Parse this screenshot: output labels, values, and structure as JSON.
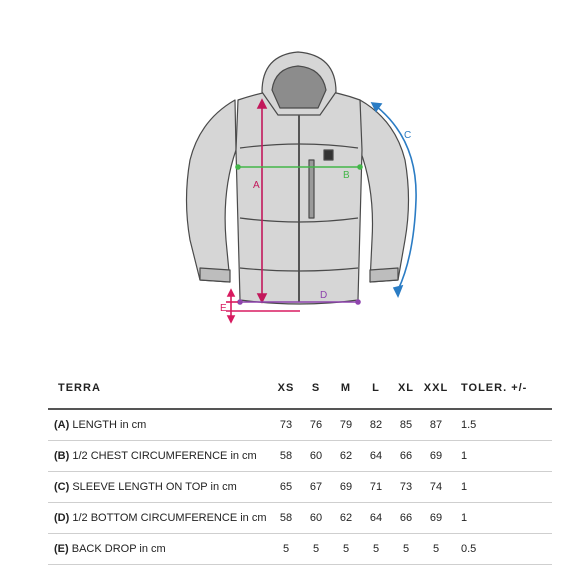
{
  "figure": {
    "letters": {
      "a": "A",
      "b": "B",
      "c": "C",
      "d": "D",
      "e": "E"
    },
    "colors": {
      "jacket_fill": "#d6d6d6",
      "jacket_stroke": "#4a4a4a",
      "hood_inner": "#8c8c8c",
      "a_line": "#c2185b",
      "b_line": "#43b649",
      "c_line": "#2b7cc4",
      "d_line": "#8e44ad",
      "e_line": "#d81b60"
    }
  },
  "table": {
    "header": {
      "model": "TERRA",
      "sizes": [
        "XS",
        "S",
        "M",
        "L",
        "XL",
        "XXL"
      ],
      "tolerance": "TOLER. +/-"
    },
    "rows": [
      {
        "code": "(A)",
        "label": "LENGTH in cm",
        "values": [
          "73",
          "76",
          "79",
          "82",
          "85",
          "87"
        ],
        "tolerance": "1.5"
      },
      {
        "code": "(B)",
        "label": "1/2 CHEST CIRCUMFERENCE in cm",
        "values": [
          "58",
          "60",
          "62",
          "64",
          "66",
          "69"
        ],
        "tolerance": "1"
      },
      {
        "code": "(C)",
        "label": "SLEEVE LENGTH ON TOP in cm",
        "values": [
          "65",
          "67",
          "69",
          "71",
          "73",
          "74"
        ],
        "tolerance": "1"
      },
      {
        "code": "(D)",
        "label": "1/2 BOTTOM CIRCUMFERENCE in cm",
        "values": [
          "58",
          "60",
          "62",
          "64",
          "66",
          "69"
        ],
        "tolerance": "1"
      },
      {
        "code": "(E)",
        "label": "BACK DROP in cm",
        "values": [
          "5",
          "5",
          "5",
          "5",
          "5",
          "5"
        ],
        "tolerance": "0.5"
      }
    ]
  }
}
